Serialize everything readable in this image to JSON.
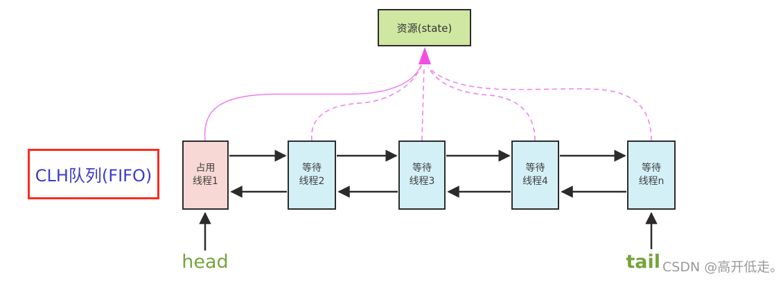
{
  "diagram": {
    "resource": {
      "label": "资源(state)"
    },
    "queue_title": {
      "label": "CLH队列(FIFO)"
    },
    "nodes": [
      {
        "role": "占用",
        "name": "线程1",
        "state": "occupying"
      },
      {
        "role": "等待",
        "name": "线程2",
        "state": "waiting"
      },
      {
        "role": "等待",
        "name": "线程3",
        "state": "waiting"
      },
      {
        "role": "等待",
        "name": "线程4",
        "state": "waiting"
      },
      {
        "role": "等待",
        "name": "线程n",
        "state": "waiting"
      }
    ],
    "pointers": {
      "head_label": "head",
      "tail_label": "tail"
    },
    "watermark": "CSDN @高开低走。"
  },
  "colors": {
    "resource_fill": "#cfe7a1",
    "occupying_fill": "#f8d8d4",
    "waiting_fill": "#d4f0f7",
    "box_border": "#2b2b2b",
    "queue_border": "#fa2b1d",
    "queue_text": "#3c3cc8",
    "pointer_text": "#76a33c",
    "link_arrow": "#2b2b2b",
    "resource_link": "#ee82ee",
    "resource_arrowhead": "#f24fe0",
    "watermark_text": "#9a9a9a"
  }
}
